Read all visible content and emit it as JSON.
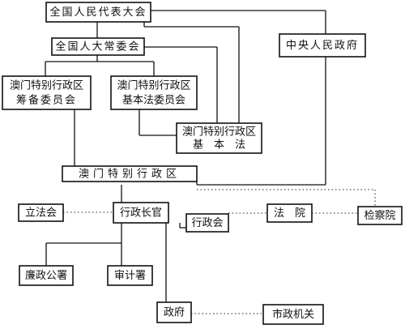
{
  "diagram": {
    "npc": "全国人民代表大会",
    "npcsc": "全国人大常委会",
    "central_gov": "中央人民政府",
    "prep_committee": [
      "澳门特别行政区",
      "筹备委员会"
    ],
    "basic_law_committee": [
      "澳门特别行政区",
      "基本法委员会"
    ],
    "basic_law": [
      "澳门特别行政区",
      "基　本　法"
    ],
    "sar": "澳门特别行政区",
    "legislative_council": "立法会",
    "chief_executive": "行政长官",
    "executive_council": "行政会",
    "courts": "法　院",
    "procuratorate": "检察院",
    "icac": "廉政公署",
    "audit": "审计署",
    "government": "政府",
    "municipal": "市政机关"
  }
}
